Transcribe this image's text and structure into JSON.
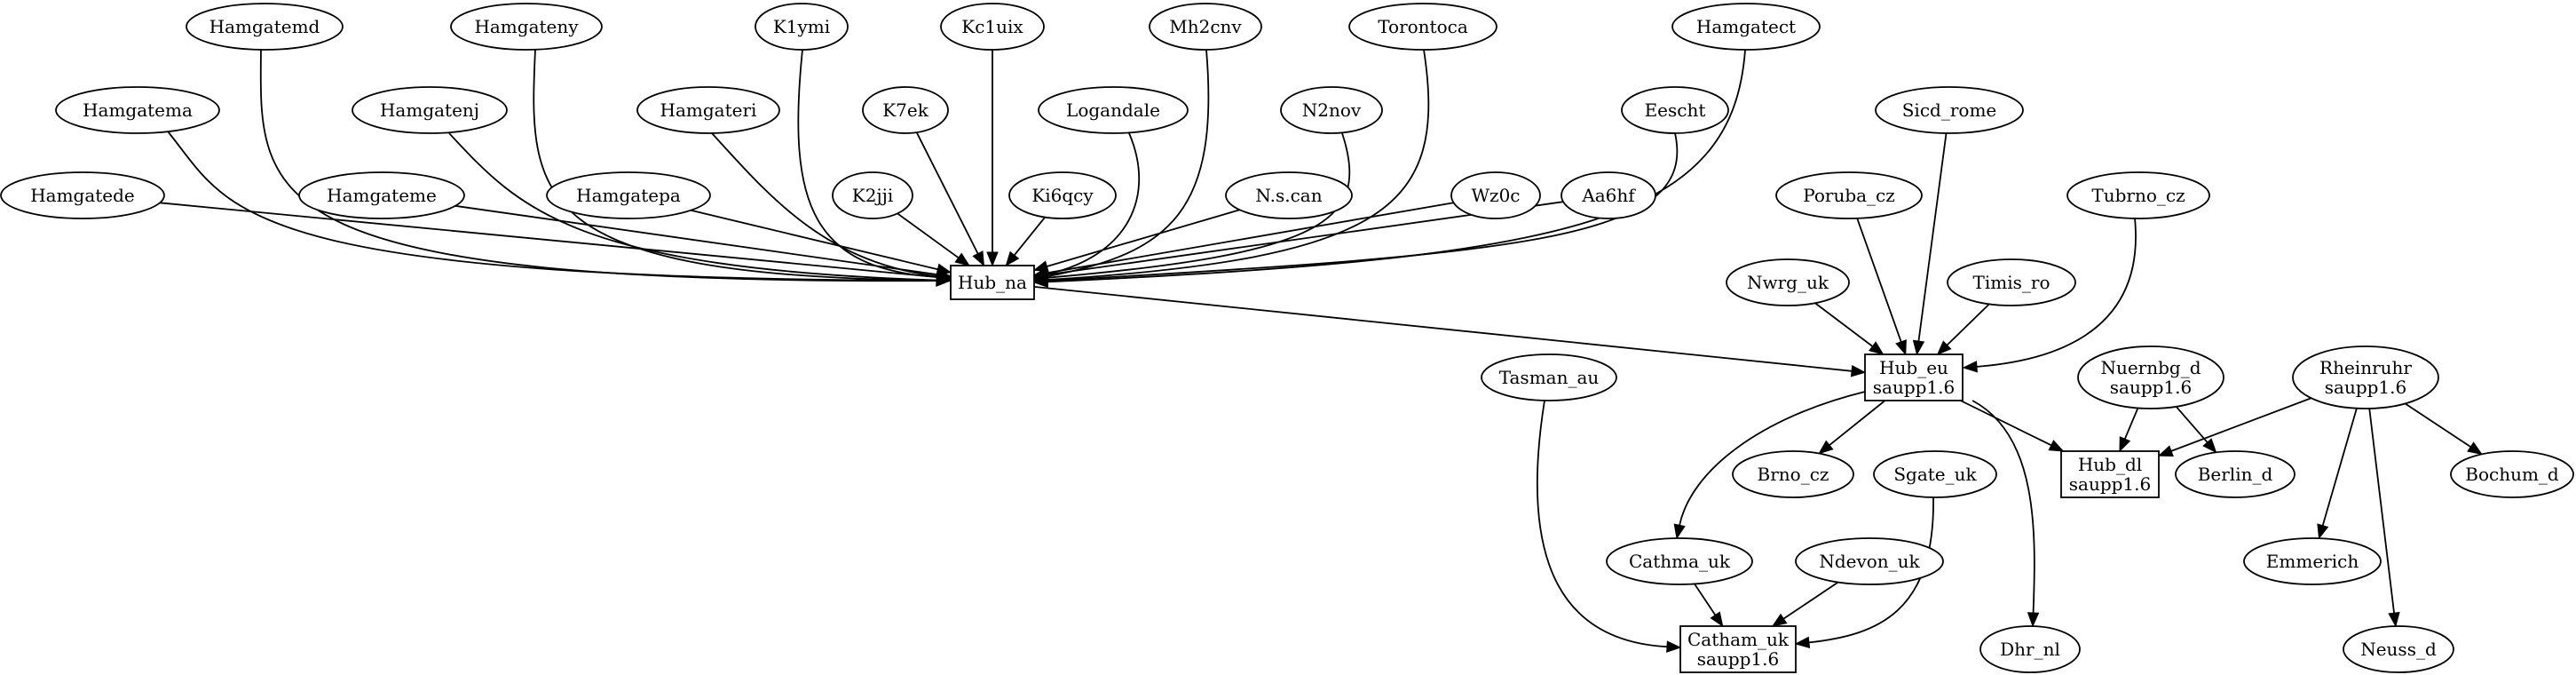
{
  "diagram": {
    "nodes": [
      {
        "id": "Hamgatemd",
        "lines": [
          "Hamgatemd"
        ],
        "shape": "ellipse"
      },
      {
        "id": "Hamgateny",
        "lines": [
          "Hamgateny"
        ],
        "shape": "ellipse"
      },
      {
        "id": "K1ymi",
        "lines": [
          "K1ymi"
        ],
        "shape": "ellipse"
      },
      {
        "id": "Kc1uix",
        "lines": [
          "Kc1uix"
        ],
        "shape": "ellipse"
      },
      {
        "id": "Mh2cnv",
        "lines": [
          "Mh2cnv"
        ],
        "shape": "ellipse"
      },
      {
        "id": "Torontoca",
        "lines": [
          "Torontoca"
        ],
        "shape": "ellipse"
      },
      {
        "id": "Hamgatect",
        "lines": [
          "Hamgatect"
        ],
        "shape": "ellipse"
      },
      {
        "id": "Hamgatema",
        "lines": [
          "Hamgatema"
        ],
        "shape": "ellipse"
      },
      {
        "id": "Hamgatenj",
        "lines": [
          "Hamgatenj"
        ],
        "shape": "ellipse"
      },
      {
        "id": "Hamgateri",
        "lines": [
          "Hamgateri"
        ],
        "shape": "ellipse"
      },
      {
        "id": "K7ek",
        "lines": [
          "K7ek"
        ],
        "shape": "ellipse"
      },
      {
        "id": "Logandale",
        "lines": [
          "Logandale"
        ],
        "shape": "ellipse"
      },
      {
        "id": "N2nov",
        "lines": [
          "N2nov"
        ],
        "shape": "ellipse"
      },
      {
        "id": "Eescht",
        "lines": [
          "Eescht"
        ],
        "shape": "ellipse"
      },
      {
        "id": "Sicd_rome",
        "lines": [
          "Sicd_rome"
        ],
        "shape": "ellipse"
      },
      {
        "id": "Hamgatede",
        "lines": [
          "Hamgatede"
        ],
        "shape": "ellipse"
      },
      {
        "id": "Hamgateme",
        "lines": [
          "Hamgateme"
        ],
        "shape": "ellipse"
      },
      {
        "id": "Hamgatepa",
        "lines": [
          "Hamgatepa"
        ],
        "shape": "ellipse"
      },
      {
        "id": "K2jji",
        "lines": [
          "K2jji"
        ],
        "shape": "ellipse"
      },
      {
        "id": "Ki6qcy",
        "lines": [
          "Ki6qcy"
        ],
        "shape": "ellipse"
      },
      {
        "id": "N.s.can",
        "lines": [
          "N.s.can"
        ],
        "shape": "ellipse"
      },
      {
        "id": "Wz0c",
        "lines": [
          "Wz0c"
        ],
        "shape": "ellipse"
      },
      {
        "id": "Aa6hf",
        "lines": [
          "Aa6hf"
        ],
        "shape": "ellipse"
      },
      {
        "id": "Poruba_cz",
        "lines": [
          "Poruba_cz"
        ],
        "shape": "ellipse"
      },
      {
        "id": "Tubrno_cz",
        "lines": [
          "Tubrno_cz"
        ],
        "shape": "ellipse"
      },
      {
        "id": "Hub_na",
        "lines": [
          "Hub_na"
        ],
        "shape": "box"
      },
      {
        "id": "Nwrg_uk",
        "lines": [
          "Nwrg_uk"
        ],
        "shape": "ellipse"
      },
      {
        "id": "Timis_ro",
        "lines": [
          "Timis_ro"
        ],
        "shape": "ellipse"
      },
      {
        "id": "Hub_eu",
        "lines": [
          "Hub_eu",
          "saupp1.6"
        ],
        "shape": "box"
      },
      {
        "id": "Tasman_au",
        "lines": [
          "Tasman_au"
        ],
        "shape": "ellipse"
      },
      {
        "id": "Nuernbg_d",
        "lines": [
          "Nuernbg_d",
          "saupp1.6"
        ],
        "shape": "ellipse"
      },
      {
        "id": "Rheinruhr",
        "lines": [
          "Rheinruhr",
          "saupp1.6"
        ],
        "shape": "ellipse"
      },
      {
        "id": "Brno_cz",
        "lines": [
          "Brno_cz"
        ],
        "shape": "ellipse"
      },
      {
        "id": "Sgate_uk",
        "lines": [
          "Sgate_uk"
        ],
        "shape": "ellipse"
      },
      {
        "id": "Hub_dl",
        "lines": [
          "Hub_dl",
          "saupp1.6"
        ],
        "shape": "box"
      },
      {
        "id": "Berlin_d",
        "lines": [
          "Berlin_d"
        ],
        "shape": "ellipse"
      },
      {
        "id": "Bochum_d",
        "lines": [
          "Bochum_d"
        ],
        "shape": "ellipse"
      },
      {
        "id": "Cathma_uk",
        "lines": [
          "Cathma_uk"
        ],
        "shape": "ellipse"
      },
      {
        "id": "Ndevon_uk",
        "lines": [
          "Ndevon_uk"
        ],
        "shape": "ellipse"
      },
      {
        "id": "Emmerich",
        "lines": [
          "Emmerich"
        ],
        "shape": "ellipse"
      },
      {
        "id": "Catham_uk",
        "lines": [
          "Catham_uk",
          "saupp1.6"
        ],
        "shape": "box"
      },
      {
        "id": "Dhr_nl",
        "lines": [
          "Dhr_nl"
        ],
        "shape": "ellipse"
      },
      {
        "id": "Neuss_d",
        "lines": [
          "Neuss_d"
        ],
        "shape": "ellipse"
      }
    ],
    "edges": [
      {
        "from": "Hamgatemd",
        "to": "Hub_na"
      },
      {
        "from": "Hamgateny",
        "to": "Hub_na"
      },
      {
        "from": "K1ymi",
        "to": "Hub_na"
      },
      {
        "from": "Kc1uix",
        "to": "Hub_na"
      },
      {
        "from": "Mh2cnv",
        "to": "Hub_na"
      },
      {
        "from": "Torontoca",
        "to": "Hub_na"
      },
      {
        "from": "Hamgatect",
        "to": "Hub_na"
      },
      {
        "from": "Hamgatema",
        "to": "Hub_na"
      },
      {
        "from": "Hamgatenj",
        "to": "Hub_na"
      },
      {
        "from": "Hamgateri",
        "to": "Hub_na"
      },
      {
        "from": "K7ek",
        "to": "Hub_na"
      },
      {
        "from": "Logandale",
        "to": "Hub_na"
      },
      {
        "from": "N2nov",
        "to": "Hub_na"
      },
      {
        "from": "Eescht",
        "to": "Hub_na"
      },
      {
        "from": "Hamgatede",
        "to": "Hub_na"
      },
      {
        "from": "Hamgateme",
        "to": "Hub_na"
      },
      {
        "from": "Hamgatepa",
        "to": "Hub_na"
      },
      {
        "from": "K2jji",
        "to": "Hub_na"
      },
      {
        "from": "Ki6qcy",
        "to": "Hub_na"
      },
      {
        "from": "N.s.can",
        "to": "Hub_na"
      },
      {
        "from": "Wz0c",
        "to": "Hub_na"
      },
      {
        "from": "Aa6hf",
        "to": "Hub_na"
      },
      {
        "from": "Hub_na",
        "to": "Hub_eu"
      },
      {
        "from": "Sicd_rome",
        "to": "Hub_eu"
      },
      {
        "from": "Poruba_cz",
        "to": "Hub_eu"
      },
      {
        "from": "Tubrno_cz",
        "to": "Hub_eu"
      },
      {
        "from": "Nwrg_uk",
        "to": "Hub_eu"
      },
      {
        "from": "Timis_ro",
        "to": "Hub_eu"
      },
      {
        "from": "Hub_eu",
        "to": "Brno_cz"
      },
      {
        "from": "Hub_eu",
        "to": "Hub_dl"
      },
      {
        "from": "Hub_eu",
        "to": "Cathma_uk"
      },
      {
        "from": "Hub_eu",
        "to": "Dhr_nl"
      },
      {
        "from": "Nuernbg_d",
        "to": "Hub_dl"
      },
      {
        "from": "Nuernbg_d",
        "to": "Berlin_d"
      },
      {
        "from": "Rheinruhr",
        "to": "Hub_dl"
      },
      {
        "from": "Rheinruhr",
        "to": "Bochum_d"
      },
      {
        "from": "Rheinruhr",
        "to": "Emmerich"
      },
      {
        "from": "Rheinruhr",
        "to": "Neuss_d"
      },
      {
        "from": "Tasman_au",
        "to": "Catham_uk"
      },
      {
        "from": "Sgate_uk",
        "to": "Catham_uk"
      },
      {
        "from": "Cathma_uk",
        "to": "Catham_uk"
      },
      {
        "from": "Ndevon_uk",
        "to": "Catham_uk"
      }
    ]
  }
}
